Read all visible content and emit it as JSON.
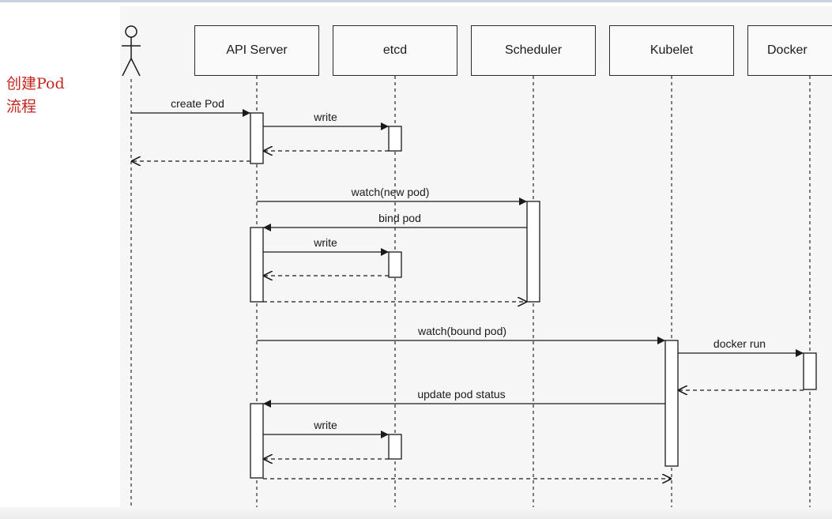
{
  "side_note": "创建Pod\n流程",
  "participants": [
    {
      "id": "actor",
      "label": ""
    },
    {
      "id": "api",
      "label": "API Server"
    },
    {
      "id": "etcd",
      "label": "etcd"
    },
    {
      "id": "scheduler",
      "label": "Scheduler"
    },
    {
      "id": "kubelet",
      "label": "Kubelet"
    },
    {
      "id": "docker",
      "label": "Docker"
    }
  ],
  "messages": [
    {
      "label": "create Pod",
      "from": "actor",
      "to": "api",
      "style": "solid"
    },
    {
      "label": "write",
      "from": "api",
      "to": "etcd",
      "style": "solid"
    },
    {
      "label": "",
      "from": "etcd",
      "to": "api",
      "style": "dashed"
    },
    {
      "label": "",
      "from": "api",
      "to": "actor",
      "style": "dashed"
    },
    {
      "label": "watch(new pod)",
      "from": "api",
      "to": "scheduler",
      "style": "solid"
    },
    {
      "label": "bind pod",
      "from": "scheduler",
      "to": "api",
      "style": "solid"
    },
    {
      "label": "write",
      "from": "api",
      "to": "etcd",
      "style": "solid"
    },
    {
      "label": "",
      "from": "etcd",
      "to": "api",
      "style": "dashed"
    },
    {
      "label": "",
      "from": "api",
      "to": "scheduler",
      "style": "dashed"
    },
    {
      "label": "watch(bound pod)",
      "from": "api",
      "to": "kubelet",
      "style": "solid"
    },
    {
      "label": "docker run",
      "from": "kubelet",
      "to": "docker",
      "style": "solid"
    },
    {
      "label": "",
      "from": "docker",
      "to": "kubelet",
      "style": "dashed"
    },
    {
      "label": "update pod status",
      "from": "kubelet",
      "to": "api",
      "style": "solid"
    },
    {
      "label": "write",
      "from": "api",
      "to": "etcd",
      "style": "solid"
    },
    {
      "label": "",
      "from": "etcd",
      "to": "api",
      "style": "dashed"
    },
    {
      "label": "",
      "from": "api",
      "to": "kubelet",
      "style": "dashed"
    }
  ],
  "colors": {
    "line": "#1a1a1a",
    "note": "#c4261d",
    "panel": "#f6f6f6"
  }
}
